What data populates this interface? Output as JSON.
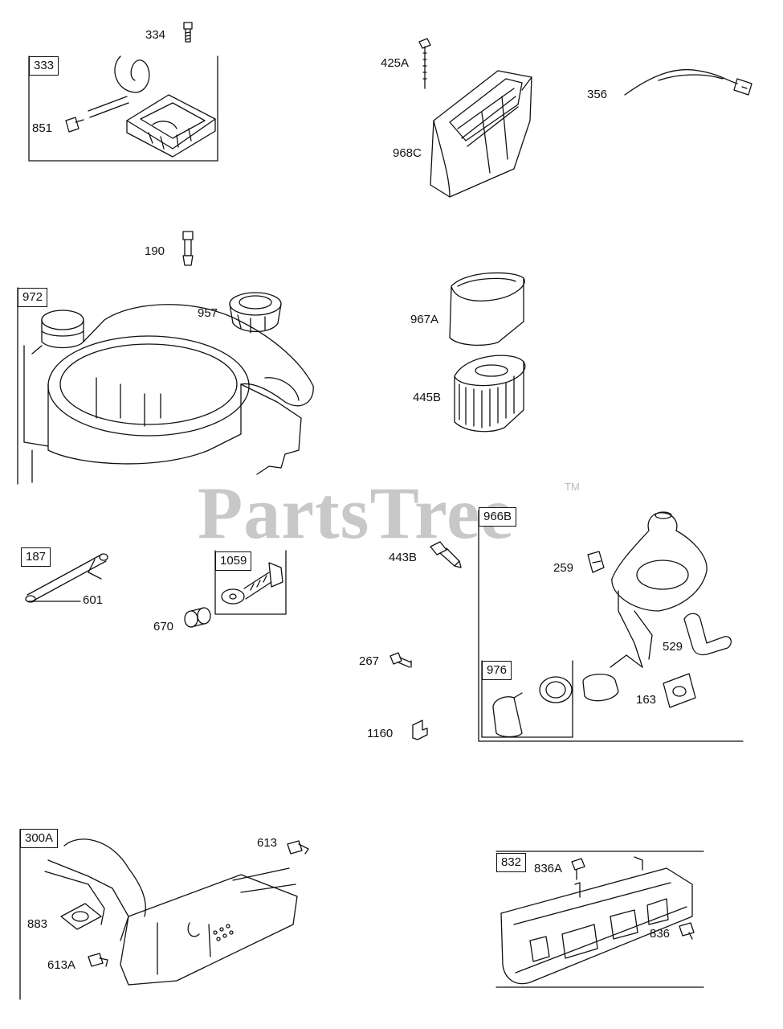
{
  "watermark": {
    "text": "PartsTree",
    "trademark": "TM"
  },
  "callouts": {
    "c334": "334",
    "c333": "333",
    "c851": "851",
    "c425a": "425A",
    "c968c": "968C",
    "c356": "356",
    "c190": "190",
    "c972": "972",
    "c957": "957",
    "c967a": "967A",
    "c445b": "445B",
    "c187": "187",
    "c601": "601",
    "c1059": "1059",
    "c670": "670",
    "c443b": "443B",
    "c267": "267",
    "c1160": "1160",
    "c966b": "966B",
    "c259": "259",
    "c529": "529",
    "c163": "163",
    "c976": "976",
    "c300a": "300A",
    "c613": "613",
    "c883": "883",
    "c613a": "613A",
    "c832": "832",
    "c836a": "836A",
    "c836": "836"
  }
}
